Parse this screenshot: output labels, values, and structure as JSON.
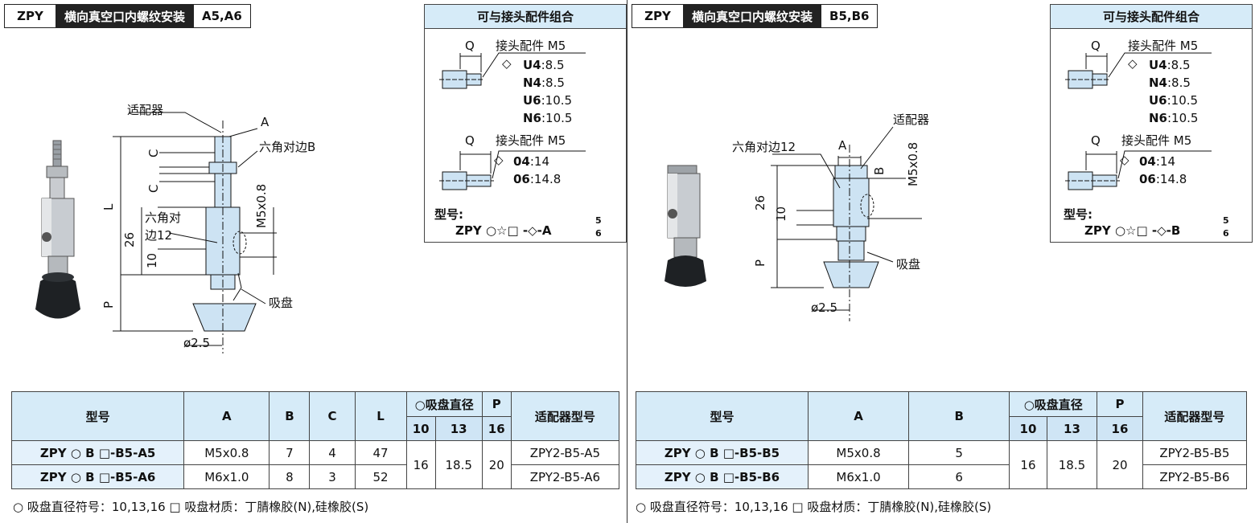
{
  "left": {
    "header": {
      "series": "ZPY",
      "title": "横向真空口内螺纹安装",
      "code": "A5,A6"
    },
    "combo": {
      "title": "可与接头配件组合",
      "fit1": {
        "label": "接头配件 M5",
        "q": "Q",
        "items": [
          "U4",
          "N4",
          "U6",
          "N6"
        ],
        "vals": [
          ":8.5",
          ":8.5",
          ":10.5",
          ":10.5"
        ]
      },
      "fit2": {
        "label": "接头配件 M5",
        "q": "Q",
        "items": [
          "04",
          "06"
        ],
        "vals": [
          ":14",
          ":14.8"
        ]
      },
      "model_label": "型号:",
      "model_code": "ZPY ○☆□ -◇-A",
      "model_sup": "5",
      "model_sub": "6"
    },
    "labels": {
      "adapter": "适配器",
      "A": "A",
      "hex_b": "六角对边B",
      "C1": "C",
      "C2": "C",
      "L": "L",
      "m5": "M5x0.8",
      "hex12a": "六角对",
      "hex12b": "边12",
      "n26": "26",
      "n10": "10",
      "P": "P",
      "pad": "吸盘",
      "dia": "ø2.5"
    },
    "table": {
      "headers": {
        "model": "型号",
        "A": "A",
        "B": "B",
        "C": "C",
        "L": "L",
        "pad_dia": "○吸盘直径",
        "P": "P",
        "adapter": "适配器型号",
        "d10": "10",
        "d13": "13",
        "d16": "16"
      },
      "rows": [
        {
          "model": "ZPY ○ B □-B5-A5",
          "A": "M5x0.8",
          "B": "7",
          "C": "4",
          "L": "47",
          "adapter": "ZPY2-B5-A5"
        },
        {
          "model": "ZPY ○ B □-B5-A6",
          "A": "M6x1.0",
          "B": "8",
          "C": "3",
          "L": "52",
          "adapter": "ZPY2-B5-A6"
        }
      ],
      "p10": "16",
      "p13": "18.5",
      "p16": "20"
    },
    "note": "○ 吸盘直径符号：10,13,16   □ 吸盘材质：丁腈橡胶(N),硅橡胶(S)"
  },
  "right": {
    "header": {
      "series": "ZPY",
      "title": "横向真空口内螺纹安装",
      "code": "B5,B6"
    },
    "combo": {
      "title": "可与接头配件组合",
      "fit1": {
        "label": "接头配件 M5",
        "q": "Q",
        "items": [
          "U4",
          "N4",
          "U6",
          "N6"
        ],
        "vals": [
          ":8.5",
          ":8.5",
          ":10.5",
          ":10.5"
        ]
      },
      "fit2": {
        "label": "接头配件 M5",
        "q": "Q",
        "items": [
          "04",
          "06"
        ],
        "vals": [
          ":14",
          ":14.8"
        ]
      },
      "model_label": "型号:",
      "model_code": "ZPY ○☆□ -◇-B",
      "model_sup": "5",
      "model_sub": "6"
    },
    "labels": {
      "adapter": "适配器",
      "hex12": "六角对边12",
      "A": "A",
      "B": "B",
      "m5": "M5x0.8",
      "n26": "26",
      "n10": "10",
      "P": "P",
      "pad": "吸盘",
      "dia": "ø2.5"
    },
    "table": {
      "headers": {
        "model": "型号",
        "A": "A",
        "B": "B",
        "pad_dia": "○吸盘直径",
        "P": "P",
        "adapter": "适配器型号",
        "d10": "10",
        "d13": "13",
        "d16": "16"
      },
      "rows": [
        {
          "model": "ZPY ○ B □-B5-B5",
          "A": "M5x0.8",
          "B": "5",
          "adapter": "ZPY2-B5-B5"
        },
        {
          "model": "ZPY ○ B □-B5-B6",
          "A": "M6x1.0",
          "B": "6",
          "adapter": "ZPY2-B5-B6"
        }
      ],
      "p10": "16",
      "p13": "18.5",
      "p16": "20"
    },
    "note": "○ 吸盘直径符号：10,13,16   □ 吸盘材质：丁腈橡胶(N),硅橡胶(S)"
  }
}
